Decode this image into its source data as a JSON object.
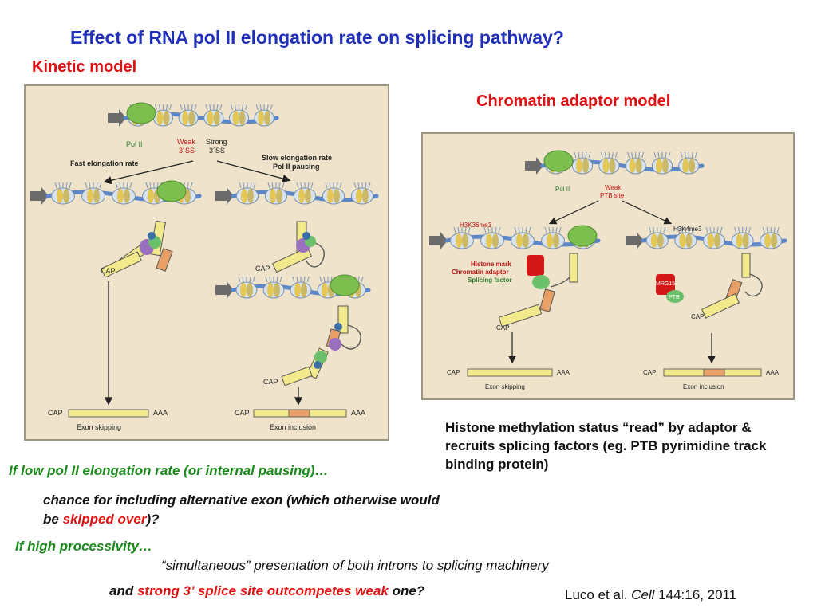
{
  "title": "Effect of RNA pol II elongation rate on splicing pathway?",
  "kinetic": {
    "heading": "Kinetic model",
    "labels": {
      "pol2": "Pol II",
      "weak": "Weak",
      "weak_ss": "3´SS",
      "strong": "Strong",
      "strong_ss": "3´SS",
      "fast": "Fast elongation rate",
      "slow1": "Slow elongation rate",
      "slow2": "Pol II pausing",
      "cap": "CAP",
      "aaa": "AAA",
      "exon_skipping": "Exon skipping",
      "exon_inclusion": "Exon inclusion"
    }
  },
  "chromatin": {
    "heading": "Chromatin adaptor  model",
    "labels": {
      "pol2": "Pol II",
      "weak": "Weak",
      "ptb_site": "PTB site",
      "h3k36": "H3K36me3",
      "h3k4": "H3K4me3",
      "histone_mark": "Histone mark",
      "chromatin_adaptor": "Chromatin adaptor",
      "splicing_factor": "Splicing factor",
      "mrg15": "MRG15",
      "ptb": "PTB",
      "cap": "CAP",
      "aaa": "AAA",
      "exon_skipping": "Exon skipping",
      "exon_inclusion": "Exon inclusion"
    }
  },
  "histone_text": "Histone methylation status “read” by adaptor & recruits splicing factors (eg. PTB pyrimidine track binding protein)",
  "low_pol": "If low pol II elongation rate (or internal pausing)…",
  "chance": {
    "part1": "chance for including alternative exon (which otherwise would be ",
    "red": "skipped over",
    "part2": ")?"
  },
  "high_proc": "If high processivity…",
  "simultaneous": "“simultaneous” presentation of both introns to splicing machinery",
  "strong3": {
    "part1": "and ",
    "red": "strong 3’ splice site outcompetes weak",
    "part2": " one?"
  },
  "citation": {
    "authors": "Luco et al. ",
    "journal": "Cell",
    "ref": " 144:16, 2011"
  },
  "colors": {
    "title": "#1f2fb8",
    "heading_red": "#e01010",
    "green_text": "#1a8a1a",
    "panel_bg": "#efe4cb",
    "dna": "#5b86c8",
    "pol2": "#7cbf4e",
    "transcript": "#f2e98c",
    "exon_included": "#e8a066"
  }
}
